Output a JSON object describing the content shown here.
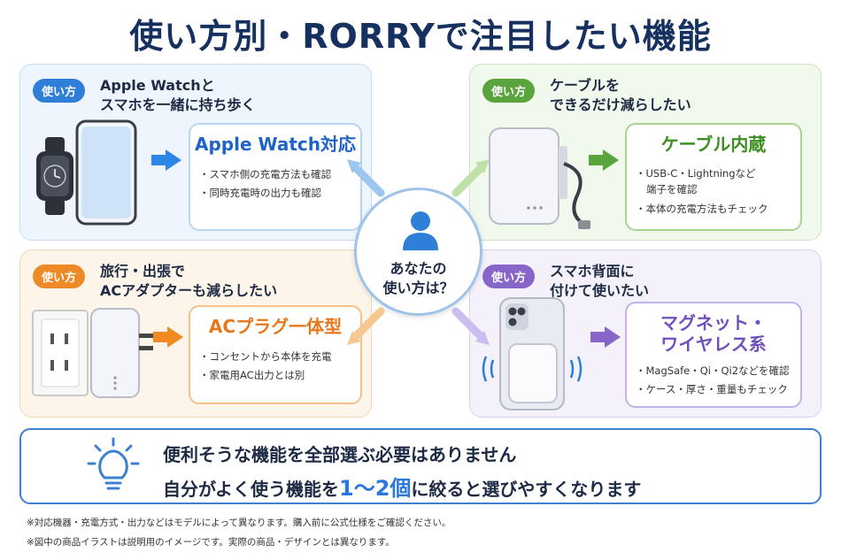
{
  "title": "使い方別・RORRYで注目したい機能",
  "badge_label": "使い方",
  "quadrants": {
    "apple_watch": {
      "title_line1": "Apple Watchと",
      "title_line2": "スマホを一緒に持ち歩く",
      "feature": "Apple Watch対応",
      "bullets": [
        "スマホ側の充電方法も確認",
        "同時充電時の出力も確認"
      ]
    },
    "cable": {
      "title_line1": "ケーブルを",
      "title_line2": "できるだけ減らしたい",
      "feature": "ケーブル内蔵",
      "bullet1_line1": "USB-C・Lightningなど",
      "bullet1_line2": "端子を確認",
      "bullet2": "本体の充電方法もチェック"
    },
    "ac_plug": {
      "title_line1": "旅行・出張で",
      "title_line2": "ACアダプターも減らしたい",
      "feature": "ACプラグ一体型",
      "bullets": [
        "コンセントから本体を充電",
        "家電用AC出力とは別"
      ]
    },
    "magnet": {
      "title_line1": "スマホ背面に",
      "title_line2": "付けて使いたい",
      "feature_line1": "マグネット・",
      "feature_line2": "ワイヤレス系",
      "bullets": [
        "MagSafe・Qi・Qi2などを確認",
        "ケース・厚さ・重量もチェック"
      ]
    }
  },
  "center": {
    "line1": "あなたの",
    "line2": "使い方は？"
  },
  "bottom": {
    "line1": "便利そうな機能を全部選ぶ必要はありません",
    "line2_pre": "自分がよく使う機能を",
    "line2_highlight": "1〜2個",
    "line2_post": "に絞ると選びやすくなります"
  },
  "notes": [
    "※対応機器・充電方式・出力などはモデルによって異なります。購入前に公式仕様をご確認ください。",
    "※図中の商品イラストは説明用のイメージです。実際の商品・デザインとは異なります。"
  ]
}
